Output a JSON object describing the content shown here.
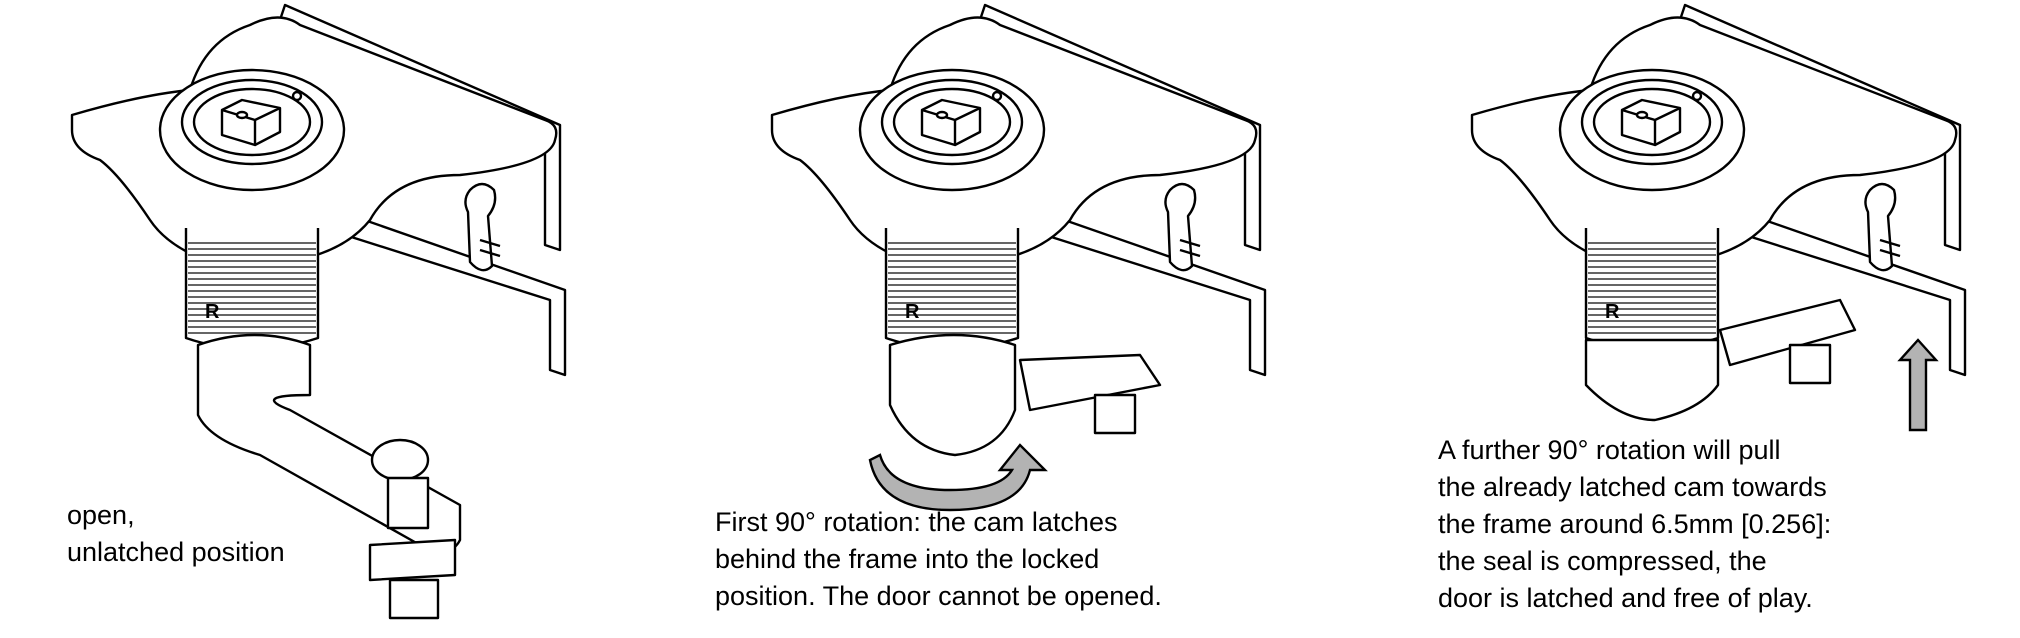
{
  "panels": [
    {
      "name": "open",
      "body_label": "R",
      "caption": [
        "open,",
        "unlatched position"
      ]
    },
    {
      "name": "first-rotation",
      "body_label": "R",
      "caption": [
        "First 90° rotation: the cam latches",
        "behind the frame into the locked",
        "position. The door cannot be opened."
      ]
    },
    {
      "name": "further-rotation",
      "body_label": "R",
      "caption": [
        "A further 90° rotation will pull",
        "the already latched cam towards",
        "the frame around 6.5mm [0.256]:",
        "the seal is compressed, the",
        "door is latched and free of play."
      ]
    }
  ],
  "colors": {
    "line": "#000000",
    "arrow_fill": "#b3b3b3"
  }
}
